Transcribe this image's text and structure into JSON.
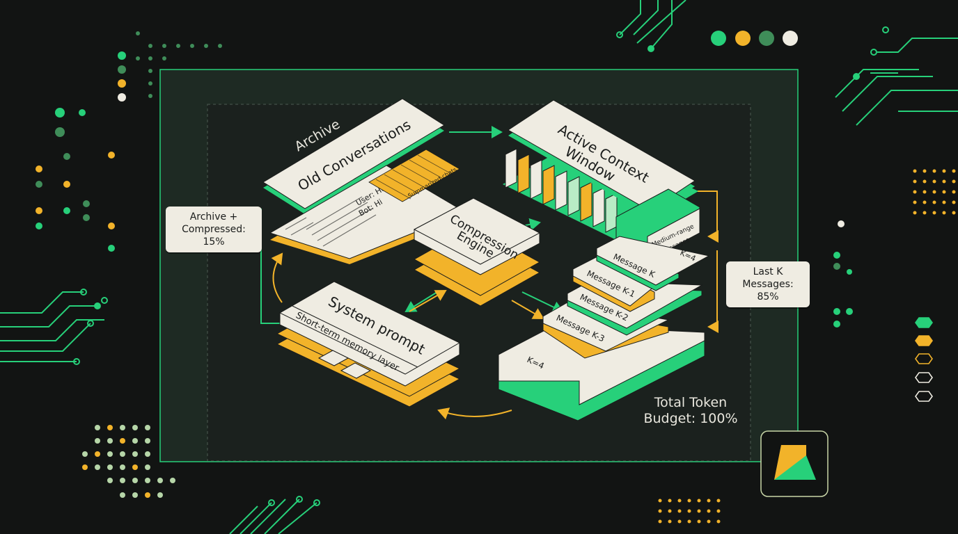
{
  "labels": {
    "archive": "Archive",
    "old_conversations": "Old Conversations",
    "user_hello": "User: Hello",
    "bot_hi": "Bot: Hi",
    "summarized_chats": "Summarized chats",
    "active_context": "Active Context",
    "window": "Window",
    "medium_range": "Medium-range",
    "messages": "messages",
    "compression": "Compression",
    "engine": "Engine",
    "system_prompt": "System prompt",
    "short_term": "Short-term memory layer",
    "k_equals_top": "K=4",
    "message_k": "Message K",
    "message_k1": "Message K-1",
    "message_k2": "Message K-2",
    "message_k3": "Message K-3",
    "k_equals_base": "K=4"
  },
  "callouts": {
    "archive_compressed": "Archive +\nCompressed: 15%",
    "last_k": "Last K\nMessages: 85%",
    "total_budget": "Total Token\nBudget: 100%"
  },
  "colors": {
    "green": "#27d07a",
    "amber": "#f2b32a",
    "cream": "#efece2",
    "background": "#121413",
    "panel": "#1e2a23"
  },
  "traffic_lights": [
    "#27d07a",
    "#f2b32a",
    "#3f8d59",
    "#efece2"
  ],
  "icons": {
    "app_logo": "app-logo-icon"
  }
}
